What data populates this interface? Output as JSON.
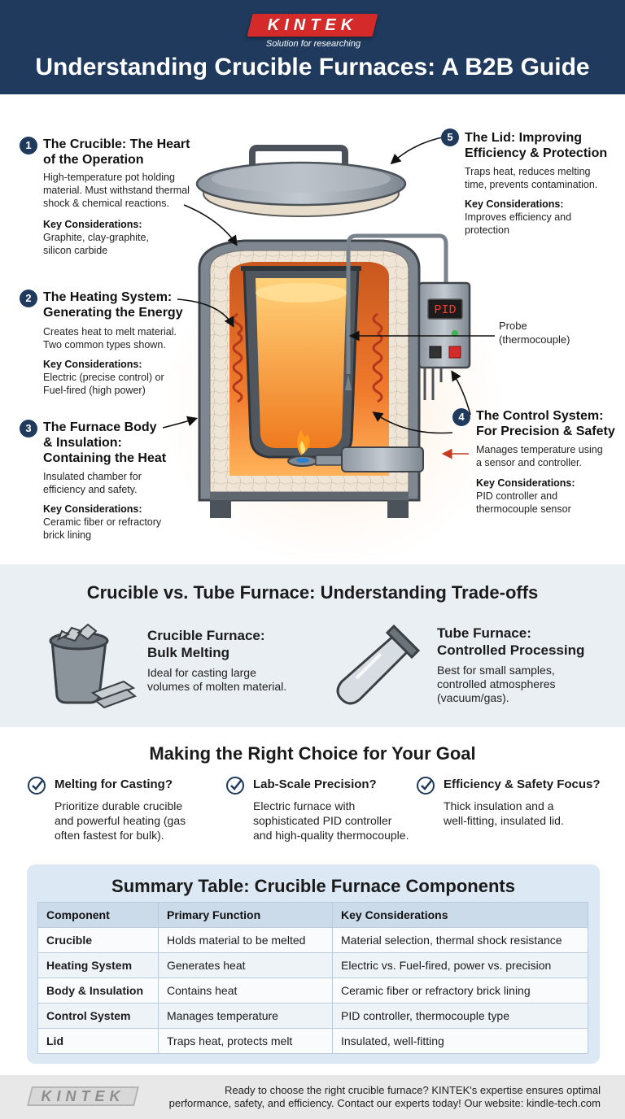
{
  "header": {
    "logo": "KINTEK",
    "tagline": "Solution for researching",
    "title": "Understanding Crucible Furnaces: A B2B Guide"
  },
  "components": [
    {
      "number": "1",
      "title_line1": "The Crucible: The Heart",
      "title_line2": "of the Operation",
      "desc_line1": "High-temperature pot holding",
      "desc_line2": "material. Must withstand thermal",
      "desc_line3": "shock & chemical reactions.",
      "key_label": "Key Considerations:",
      "key_line1": "Graphite, clay-graphite,",
      "key_line2": "silicon carbide"
    },
    {
      "number": "2",
      "title_line1": "The Heating System:",
      "title_line2": "Generating the Energy",
      "desc_line1": "Creates heat to melt material.",
      "desc_line2": "Two common types shown.",
      "key_label": "Key Considerations:",
      "key_line1": "Electric (precise control) or",
      "key_line2": "Fuel-fired (high power)"
    },
    {
      "number": "3",
      "title_line1": "The Furnace Body",
      "title_line2": "& Insulation:",
      "title_line3": "Containing the Heat",
      "desc_line1": "Insulated chamber for",
      "desc_line2": "efficiency and safety.",
      "key_label": "Key Considerations:",
      "key_line1": "Ceramic fiber or refractory",
      "key_line2": "brick lining"
    },
    {
      "number": "4",
      "title_line1": "The Control System:",
      "title_line2": "For Precision & Safety",
      "desc_line1": "Manages temperature using",
      "desc_line2": "a sensor and controller.",
      "key_label": "Key Considerations:",
      "key_line1": "PID controller and",
      "key_line2": "thermocouple sensor"
    },
    {
      "number": "5",
      "title_line1": "The Lid: Improving",
      "title_line2": "Efficiency & Protection",
      "desc_line1": "Traps heat, reduces melting",
      "desc_line2": "time, prevents contamination.",
      "key_label": "Key Considerations:",
      "key_line1": "Improves efficiency and",
      "key_line2": "protection"
    }
  ],
  "diagram": {
    "probe_line1": "Probe",
    "probe_line2": "(thermocouple)",
    "pid_display": "PID"
  },
  "comparison": {
    "title": "Crucible vs. Tube Furnace: Understanding Trade-offs",
    "crucible": {
      "title_line1": "Crucible Furnace:",
      "title_line2": "Bulk Melting",
      "desc_line1": "Ideal for casting large",
      "desc_line2": "volumes of molten material."
    },
    "tube": {
      "title_line1": "Tube Furnace:",
      "title_line2": "Controlled Processing",
      "desc_line1": "Best for small samples,",
      "desc_line2": "controlled atmospheres",
      "desc_line3": "(vacuum/gas)."
    }
  },
  "choice": {
    "title": "Making the Right Choice for Your Goal",
    "items": [
      {
        "title": "Melting for Casting?",
        "desc_line1": "Prioritize durable crucible",
        "desc_line2": "and powerful heating (gas",
        "desc_line3": "often fastest for bulk)."
      },
      {
        "title": "Lab-Scale Precision?",
        "desc_line1": "Electric furnace with",
        "desc_line2": "sophisticated PID controller",
        "desc_line3": "and high-quality thermocouple."
      },
      {
        "title": "Efficiency & Safety Focus?",
        "desc_line1": "Thick insulation and a",
        "desc_line2": "well-fitting, insulated lid."
      }
    ]
  },
  "summary_table": {
    "title": "Summary Table: Crucible Furnace Components",
    "headers": [
      "Component",
      "Primary Function",
      "Key Considerations"
    ],
    "rows": [
      [
        "Crucible",
        "Holds material to be melted",
        "Material selection, thermal shock resistance"
      ],
      [
        "Heating System",
        "Generates heat",
        "Electric vs. Fuel-fired, power vs. precision"
      ],
      [
        "Body & Insulation",
        "Contains heat",
        "Ceramic fiber or refractory brick lining"
      ],
      [
        "Control System",
        "Manages temperature",
        "PID controller, thermocouple type"
      ],
      [
        "Lid",
        "Traps heat, protects melt",
        "Insulated, well-fitting"
      ]
    ]
  },
  "footer": {
    "logo": "KINTEK",
    "line1": "Ready to choose the right crucible furnace? KINTEK's expertise ensures optimal",
    "line2": "performance, safety, and efficiency. Contact our experts today! Our website: kindle-tech.com"
  },
  "colors": {
    "header_bg": "#1f3a5c",
    "logo_red": "#d42a2a",
    "molten": "#f08a2a",
    "section_bg": "#eaeff4",
    "table_bg": "#dce8f3"
  }
}
